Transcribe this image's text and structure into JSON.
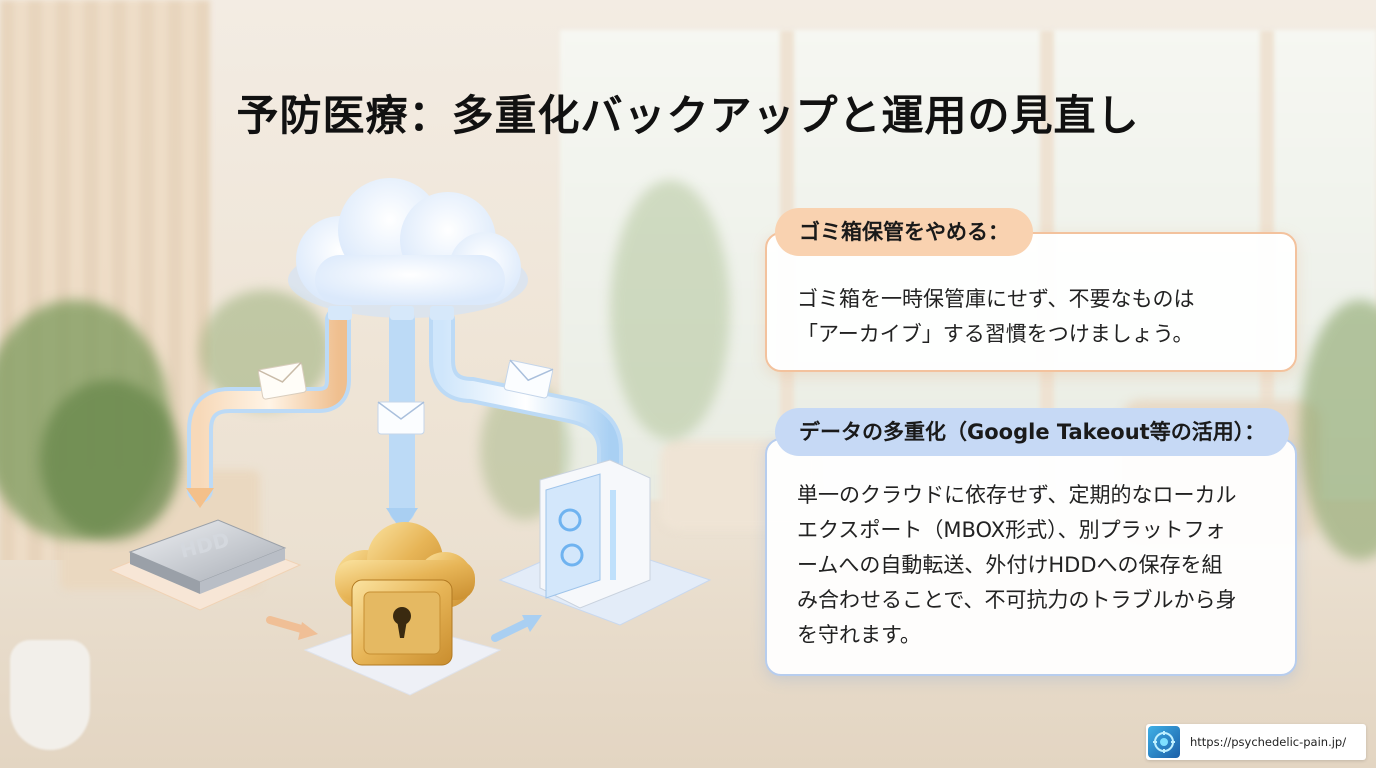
{
  "title": "予防医療：多重化バックアップと運用の見直し",
  "card_trash": {
    "heading": "ゴミ箱保管をやめる：",
    "lines": [
      "ゴミ箱を一時保管庫にせず、不要なものは",
      "「アーカイブ」する習慣をつけましょう。"
    ]
  },
  "card_redundancy": {
    "heading": "データの多重化（Google Takeout等の活用）：",
    "lines": [
      "単一のクラウドに依存せず、定期的なローカル",
      "エクスポート（MBOX形式）、別プラットフォ",
      "ームへの自動転送、外付けHDDへの保存を組",
      "み合わせることで、不可抗力のトラブルから身",
      "を守れます。"
    ]
  },
  "illustration": {
    "hdd_label": "HDD"
  },
  "footer": {
    "url": "https://psychedelic-pain.jp/"
  },
  "colors": {
    "card_trash_accent": "#f9d2b0",
    "card_redundancy_accent": "#c6d9f5",
    "title_text": "#111111"
  },
  "icons": [
    "cloud-icon",
    "envelope-icon",
    "hdd-icon",
    "cloud-vault-icon",
    "pc-tower-icon",
    "site-logo-icon"
  ]
}
